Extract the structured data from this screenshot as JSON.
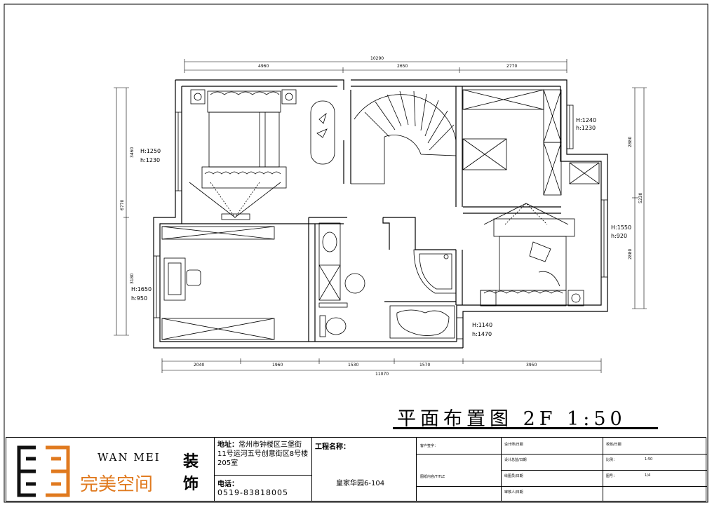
{
  "dimensions": {
    "top_total": "10290",
    "top_segments": [
      "4960",
      "2650",
      "2770"
    ],
    "bottom_total": "11070",
    "bottom_segments": [
      "2040",
      "1960",
      "1530",
      "1570",
      "3950"
    ],
    "left_total": "6770",
    "left_segments": [
      "3460",
      "3180"
    ],
    "right_segments": [
      "2880",
      "2880",
      "5230"
    ]
  },
  "window_labels": {
    "w_top_right": [
      "H:1240",
      "h:1230"
    ],
    "w_left_upper": [
      "H:1250",
      "h:1230"
    ],
    "w_right_mid": [
      "H:1550",
      "h:920"
    ],
    "w_left_lower": [
      "H:1650",
      "h:950"
    ],
    "w_bottom": [
      "H:1140",
      "h:1470"
    ]
  },
  "drawing_title": "平面布置图 2F 1:50",
  "title_block": {
    "brand_en": "WAN MEI",
    "brand_cn": "完美空间",
    "brand_zh_1": "装",
    "brand_zh_2": "饰",
    "address_label": "地址：",
    "address_text": "常州市钟楼区三堡街",
    "address_line2": "11号运河五号创意街区8号楼",
    "address_line3": "205室",
    "phone_label": "电话：",
    "phone": "0519-83818005",
    "project_label": "工程名称：",
    "project_name": "皇家华园6-104",
    "client_label": "客户签字：",
    "drawing_content": "图纸内容/TITLE",
    "review_design": "设计师/日期",
    "review_supervisor": "设计总监/日期",
    "review_draw": "绘图员/日期",
    "review_audit": "审核人/日期",
    "check_date": "校核/日期",
    "scale_label": "比例：",
    "scale": "1:50",
    "sheet_label": "图号：",
    "sheet": "1/4"
  }
}
